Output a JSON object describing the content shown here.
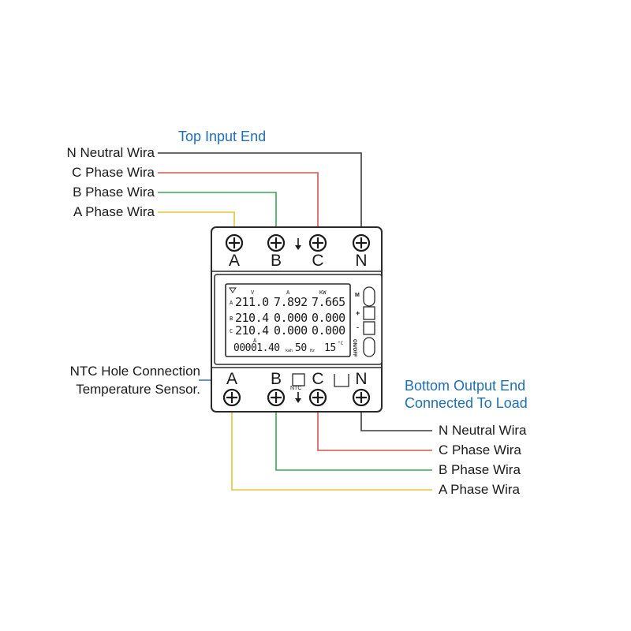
{
  "top_title": "Top Input End",
  "bottom_title_line1": "Bottom Output End",
  "bottom_title_line2": "Connected To Load",
  "top_wires": {
    "n": "N Neutral Wira",
    "c": "C Phase Wira",
    "b": "B Phase Wira",
    "a": "A Phase Wira"
  },
  "bottom_wires": {
    "n": "N Neutral Wira",
    "c": "C Phase Wira",
    "b": "B Phase Wira",
    "a": "A Phase Wira"
  },
  "ntc_label_line1": "NTC Hole Connection",
  "ntc_label_line2": "Temperature Sensor.",
  "ntc_small": "NTC",
  "terminals": {
    "a": "A",
    "b": "B",
    "c": "C",
    "n": "N"
  },
  "display": {
    "unit_v": "V",
    "unit_a": "A",
    "unit_kw": "KW",
    "row_a_label": "A",
    "row_a_voltage": "211.0",
    "row_a_current": "7.892",
    "row_a_power": "7.665",
    "row_b_label": "B",
    "row_b_voltage": "210.4",
    "row_b_current": "0.000",
    "row_b_power": "0.000",
    "row_c_label": "C",
    "row_c_voltage": "210.4",
    "row_c_current": "0.000",
    "row_c_power": "0.000",
    "energy": "00001.40",
    "energy_unit": "kwh",
    "frequency": "50",
    "frequency_unit": "Hz",
    "temperature": "15",
    "temperature_unit": "°C",
    "a_marker": "A"
  },
  "buttons": {
    "m": "M",
    "plus": "+",
    "minus": "-",
    "onoff": "ON/OFF"
  },
  "colors": {
    "neutral": "#3a3a3a",
    "phase_c": "#d9534f",
    "phase_b": "#3aa655",
    "phase_a": "#e8c33a",
    "title_blue": "#1f6fb5"
  }
}
